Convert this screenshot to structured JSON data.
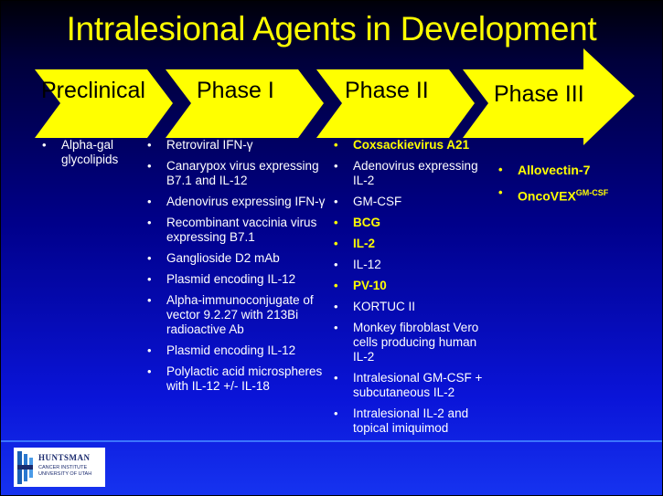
{
  "title": "Intralesional Agents in Development",
  "phases": [
    "Preclinical",
    "Phase I",
    "Phase II",
    "Phase III"
  ],
  "columns": [
    {
      "items": [
        {
          "text": "Alpha-gal glycolipids",
          "highlight": false
        }
      ]
    },
    {
      "items": [
        {
          "text": "Retroviral IFN-γ",
          "highlight": false
        },
        {
          "text": "Canarypox virus expressing B7.1 and IL-12",
          "highlight": false
        },
        {
          "text": "Adenovirus expressing IFN-γ",
          "highlight": false
        },
        {
          "text": "Recombinant vaccinia virus expressing B7.1",
          "highlight": false
        },
        {
          "text": "Ganglioside D2  mAb",
          "highlight": false
        },
        {
          "text": "Plasmid encoding IL-12",
          "highlight": false
        },
        {
          "text": "Alpha-immunoconjugate of vector 9.2.27 with 213Bi radioactive Ab",
          "highlight": false
        },
        {
          "text": "Plasmid encoding IL-12",
          "highlight": false
        },
        {
          "text": "Polylactic acid microspheres with IL-12 +/- IL-18",
          "highlight": false
        }
      ]
    },
    {
      "items": [
        {
          "text": "Coxsackievirus A21",
          "highlight": true
        },
        {
          "text": "Adenovirus expressing IL-2",
          "highlight": false
        },
        {
          "text": "GM-CSF",
          "highlight": false
        },
        {
          "text": "BCG",
          "highlight": true
        },
        {
          "text": "IL-2",
          "highlight": true
        },
        {
          "text": "IL-12",
          "highlight": false
        },
        {
          "text": "PV-10",
          "highlight": true
        },
        {
          "text": " KORTUC II",
          "highlight": false
        },
        {
          "text": "Monkey fibroblast Vero cells producing human IL-2",
          "highlight": false
        },
        {
          "text": "Intralesional GM-CSF + subcutaneous IL-2",
          "highlight": false
        },
        {
          "text": "Intralesional IL-2 and topical imiquimod",
          "highlight": false
        }
      ]
    },
    {
      "items": [
        {
          "text": "Allovectin-7",
          "highlight": true
        },
        {
          "text": "OncoVEX",
          "sup": "GM-CSF",
          "highlight": true
        }
      ]
    }
  ],
  "logo": {
    "name": "HUNTSMAN",
    "line1": "CANCER INSTITUTE",
    "line2": "UNIVERSITY OF UTAH"
  },
  "colors": {
    "accent": "#ffff00",
    "background": "#0a14d8",
    "rule": "#3b74ff"
  }
}
